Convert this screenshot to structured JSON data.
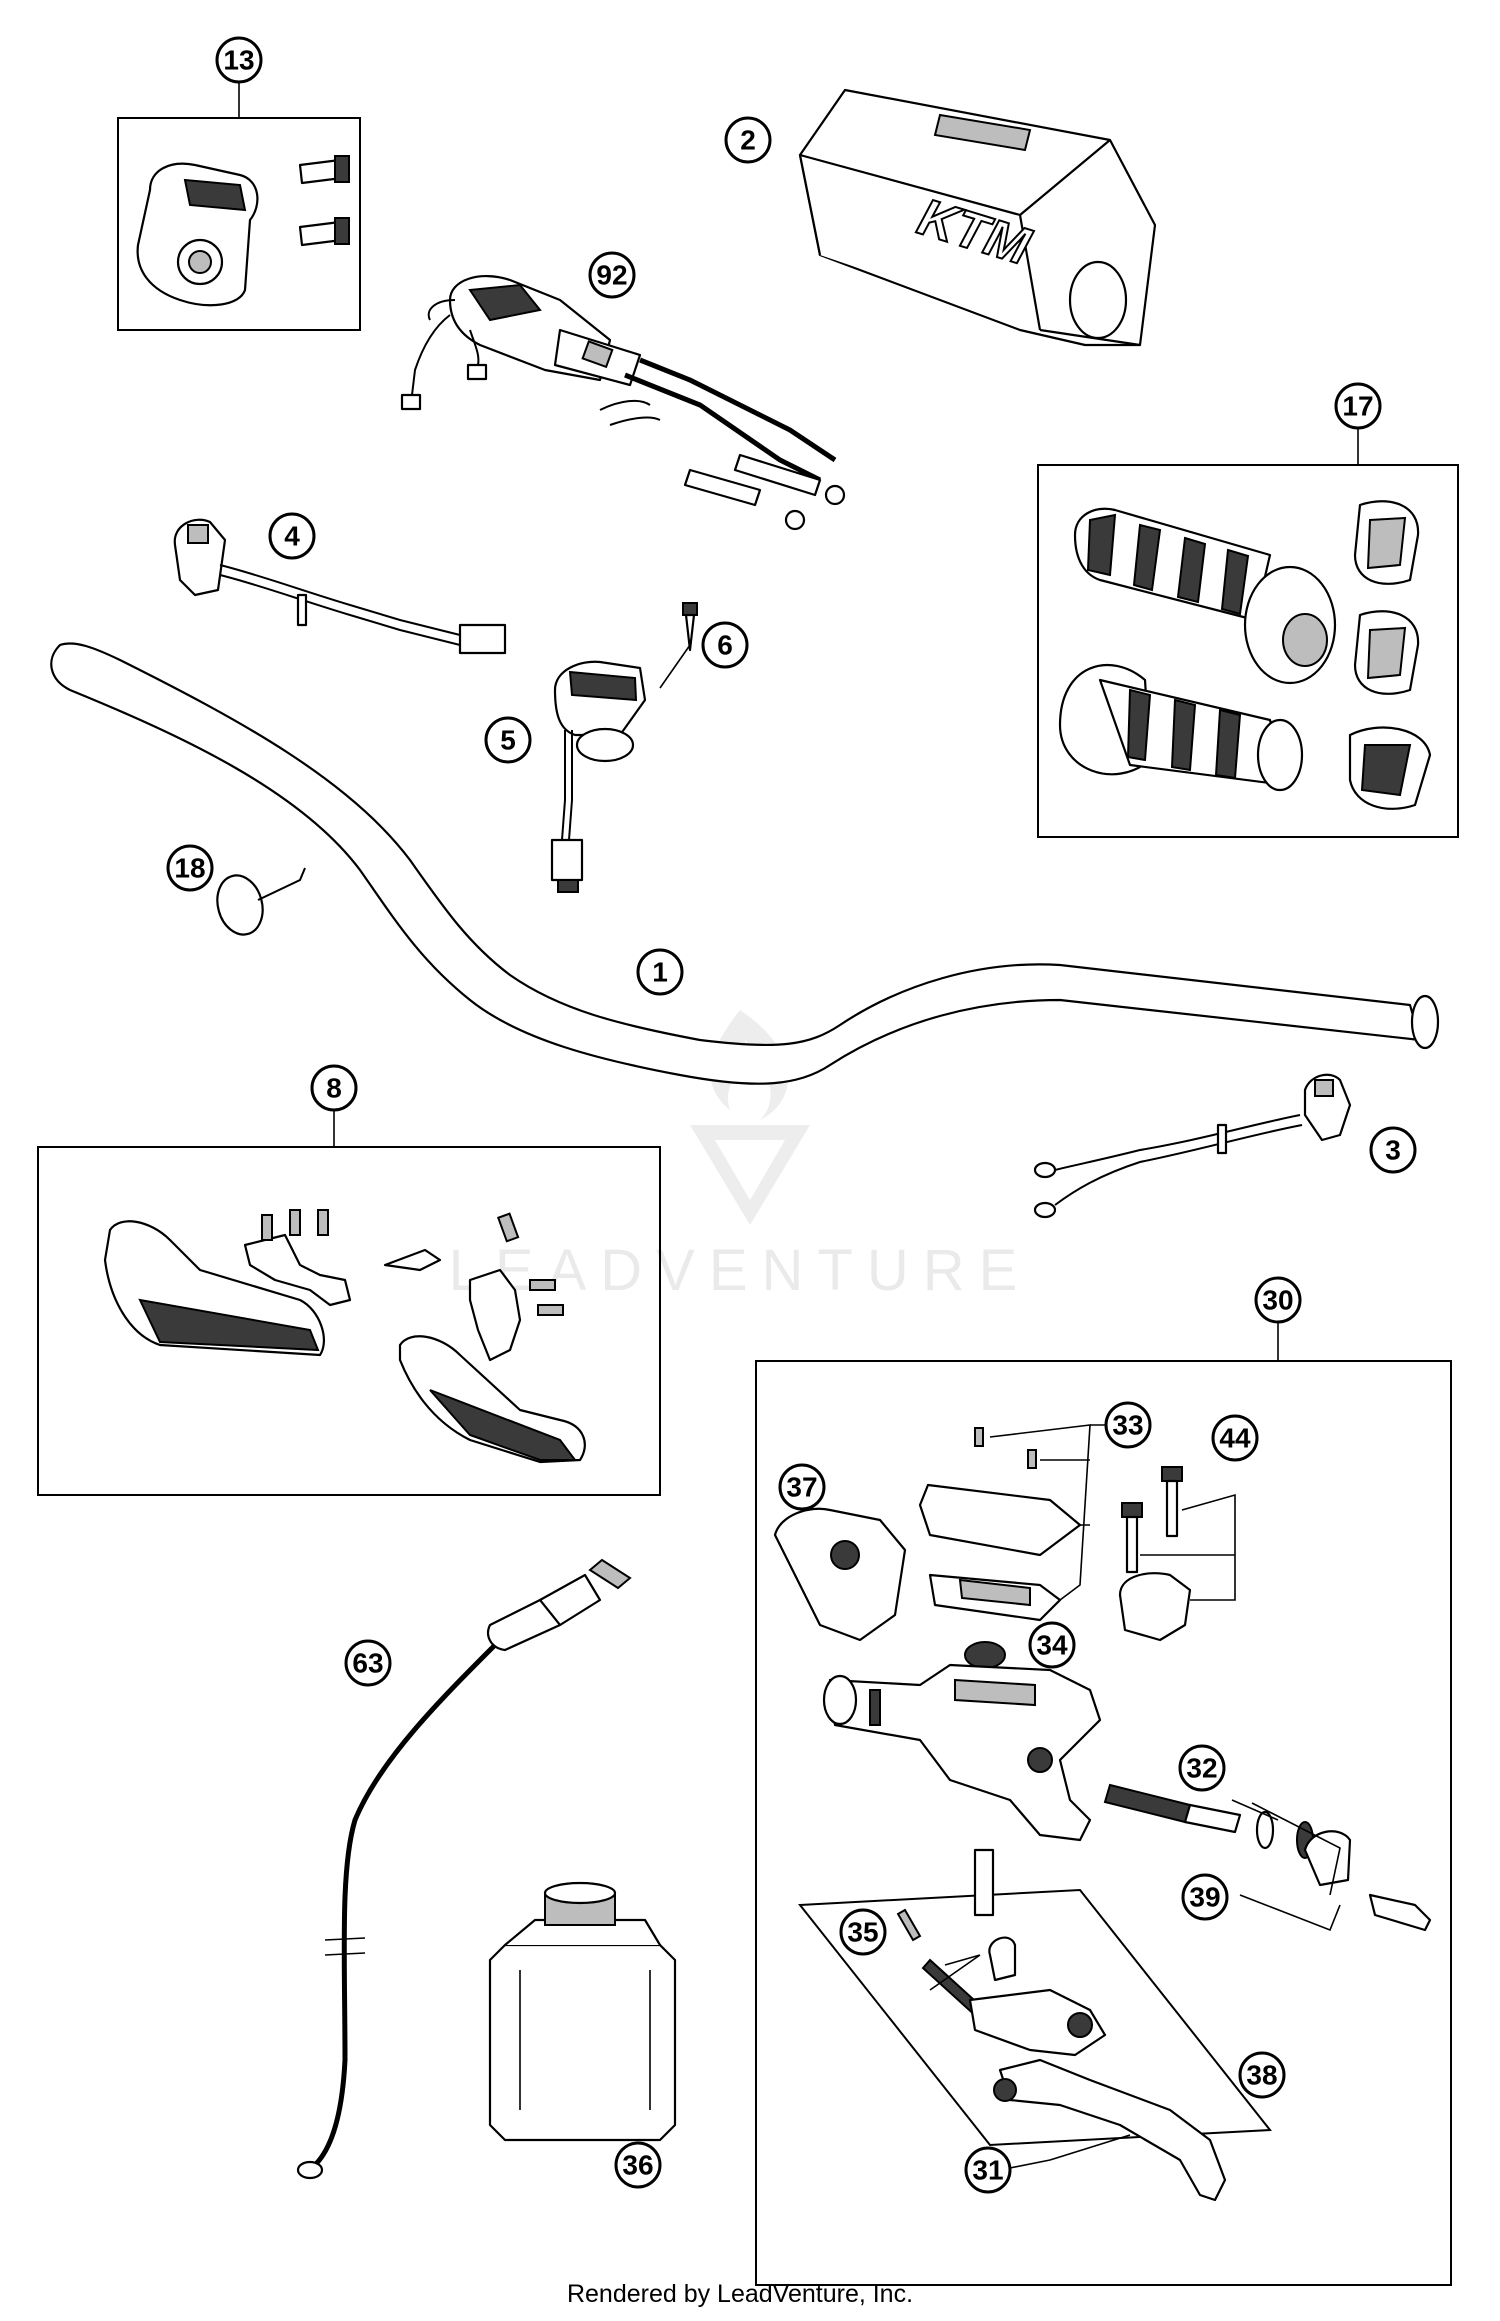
{
  "watermark": {
    "text": "LEADVENTURE"
  },
  "footer": {
    "text": "Rendered by LeadVenture, Inc."
  },
  "callouts": {
    "c1": "1",
    "c2": "2",
    "c3": "3",
    "c4": "4",
    "c5": "5",
    "c6": "6",
    "c8": "8",
    "c13": "13",
    "c17": "17",
    "c18": "18",
    "c30": "30",
    "c31": "31",
    "c32": "32",
    "c33": "33",
    "c34": "34",
    "c35": "35",
    "c36": "36",
    "c37": "37",
    "c38": "38",
    "c39": "39",
    "c44": "44",
    "c63": "63",
    "c92": "92"
  },
  "pad_logo": {
    "text": "KTM"
  }
}
